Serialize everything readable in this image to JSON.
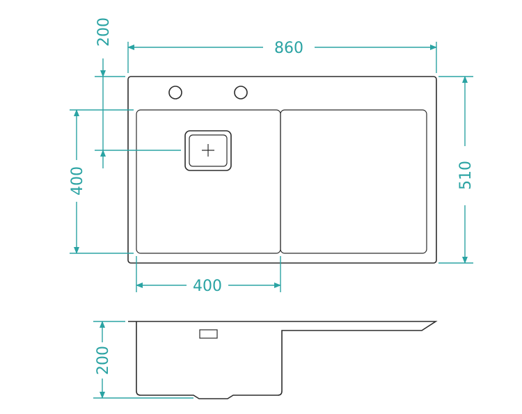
{
  "dimensions": {
    "overall_width": "860",
    "overall_depth": "510",
    "top_margin": "200",
    "bowl_depth": "400",
    "bowl_width": "400",
    "section_depth": "200"
  },
  "colors": {
    "dimension": "#2aa3a3",
    "outline": "#2b2b2b",
    "background": "#ffffff"
  }
}
